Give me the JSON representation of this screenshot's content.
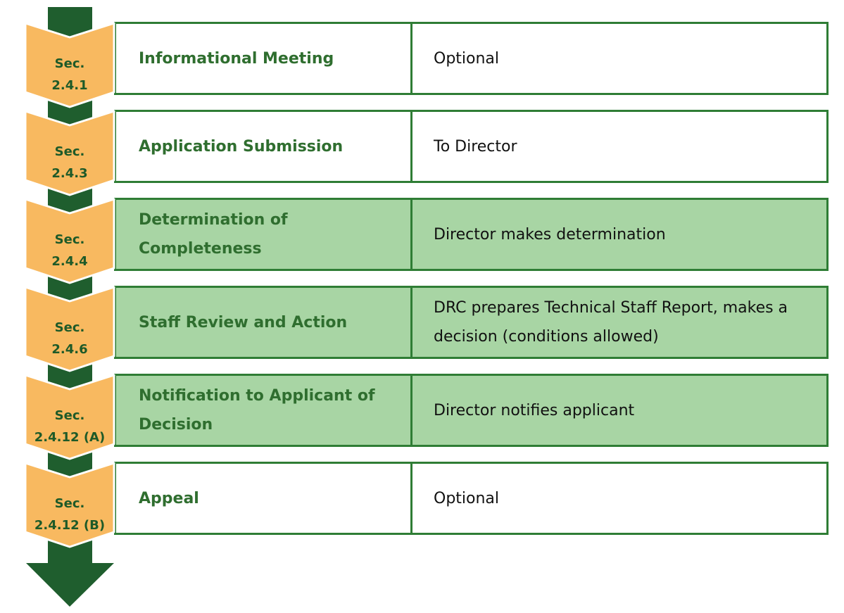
{
  "colors": {
    "arrow": "#1f5e2e",
    "badge_fill": "#f8b960",
    "badge_stroke": "#ffffff",
    "highlight_fill": "#a8d5a4",
    "border": "#2f7d35",
    "step_text": "#2f6e2f"
  },
  "steps": [
    {
      "section_line1": "Sec.",
      "section_line2": "2.4.1",
      "name": "Informational Meeting",
      "detail": "Optional",
      "highlighted": false
    },
    {
      "section_line1": "Sec.",
      "section_line2": "2.4.3",
      "name": "Application Submission",
      "detail": "To Director",
      "highlighted": false
    },
    {
      "section_line1": "Sec.",
      "section_line2": "2.4.4",
      "name": "Determination of Completeness",
      "detail": "Director makes determination",
      "highlighted": true
    },
    {
      "section_line1": "Sec.",
      "section_line2": "2.4.6",
      "name": "Staff Review and Action",
      "detail": "DRC prepares Technical Staff Report, makes a decision (conditions allowed)",
      "highlighted": true
    },
    {
      "section_line1": "Sec.",
      "section_line2": "2.4.12 (A)",
      "name": "Notification to Applicant of Decision",
      "detail": "Director notifies applicant",
      "highlighted": true
    },
    {
      "section_line1": "Sec.",
      "section_line2": "2.4.12 (B)",
      "name": "Appeal",
      "detail": "Optional",
      "highlighted": false
    }
  ]
}
